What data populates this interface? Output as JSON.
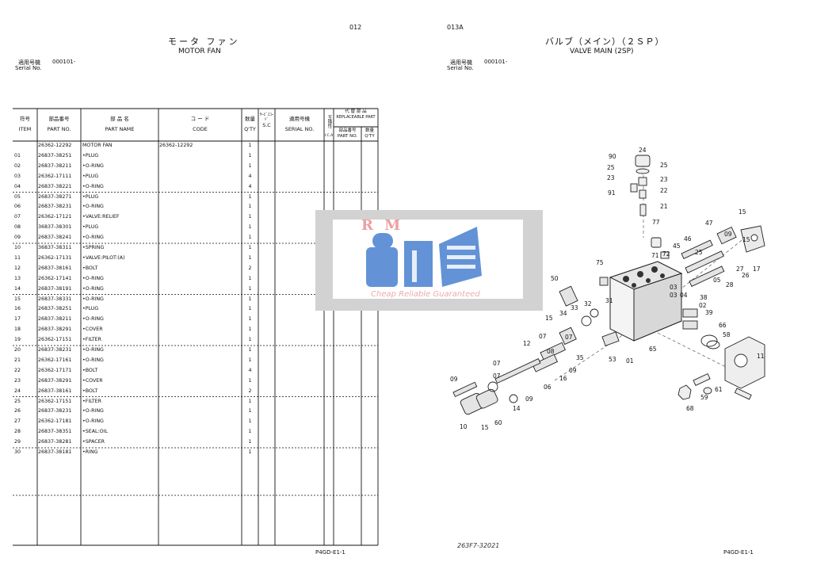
{
  "left_page": {
    "page_number": "012",
    "title_jp": "モータ ファン",
    "title_en": "MOTOR FAN",
    "serial_label_jp": "適用号機",
    "serial_value": "000101-",
    "serial_label_en": "Serial No.",
    "footer": "P4GD-E1-1"
  },
  "table_header": {
    "item_jp": "符号",
    "item_en": "ITEM",
    "part_no_jp": "部品番号",
    "part_no_en": "PART NO.",
    "part_name_jp": "部 品 名",
    "part_name_en": "PART NAME",
    "code_jp": "コ ー ド",
    "code_en": "CODE",
    "qty_jp": "数量",
    "qty_en": "Q'TY",
    "sc_jp": "ｻｰﾋﾞｽｺｰﾄﾞ",
    "sc_en": "S.C",
    "serial_jp": "適用号機",
    "serial_en": "SERIAL NO.",
    "interchange_jp": "互換性",
    "interchange_en": "I.C.A",
    "replaceable_jp": "代 替 部 品",
    "replaceable_en": "REPLACEABLE PART",
    "rep_part_no_jp": "部品番号",
    "rep_part_no_en": "PART NO.",
    "rep_qty_jp": "数量",
    "rep_qty_en": "Q'TY"
  },
  "rows": [
    {
      "item": "",
      "part_no": "26362-12292",
      "name": "MOTOR FAN",
      "code": "26362-12292",
      "qty": "1"
    },
    {
      "item": "01",
      "part_no": "26837-38251",
      "name": "•PLUG",
      "code": "",
      "qty": "1"
    },
    {
      "item": "02",
      "part_no": "26837-38211",
      "name": "•O-RING",
      "code": "",
      "qty": "1"
    },
    {
      "item": "03",
      "part_no": "26362-17111",
      "name": "•PLUG",
      "code": "",
      "qty": "4"
    },
    {
      "item": "04",
      "part_no": "26837-38221",
      "name": "•O-RING",
      "code": "",
      "qty": "4"
    },
    {
      "item": "05",
      "part_no": "26837-38271",
      "name": "•PLUG",
      "code": "",
      "qty": "1"
    },
    {
      "item": "06",
      "part_no": "26837-38231",
      "name": "•O-RING",
      "code": "",
      "qty": "1"
    },
    {
      "item": "07",
      "part_no": "26362-17121",
      "name": "•VALVE:RELIEF",
      "code": "",
      "qty": "1"
    },
    {
      "item": "08",
      "part_no": "36837-38301",
      "name": "•PLUG",
      "code": "",
      "qty": "1"
    },
    {
      "item": "09",
      "part_no": "26837-38241",
      "name": "•O-RING",
      "code": "",
      "qty": "1"
    },
    {
      "item": "10",
      "part_no": "36837-38311",
      "name": "•SPRING",
      "code": "",
      "qty": "1"
    },
    {
      "item": "11",
      "part_no": "26362-17131",
      "name": "•VALVE:PILOT:(A)",
      "code": "",
      "qty": "1"
    },
    {
      "item": "12",
      "part_no": "26837-38161",
      "name": "•BOLT",
      "code": "",
      "qty": "2"
    },
    {
      "item": "13",
      "part_no": "26362-17141",
      "name": "•O-RING",
      "code": "",
      "qty": "1"
    },
    {
      "item": "14",
      "part_no": "26837-38191",
      "name": "•O-RING",
      "code": "",
      "qty": "1"
    },
    {
      "item": "15",
      "part_no": "26837-38331",
      "name": "•O-RING",
      "code": "",
      "qty": "1"
    },
    {
      "item": "16",
      "part_no": "26837-38251",
      "name": "•PLUG",
      "code": "",
      "qty": "1"
    },
    {
      "item": "17",
      "part_no": "26837-38211",
      "name": "•O-RING",
      "code": "",
      "qty": "1"
    },
    {
      "item": "18",
      "part_no": "26837-38291",
      "name": "•COVER",
      "code": "",
      "qty": "1"
    },
    {
      "item": "19",
      "part_no": "26362-17151",
      "name": "•FILTER",
      "code": "",
      "qty": "1"
    },
    {
      "item": "20",
      "part_no": "26837-38231",
      "name": "•O-RING",
      "code": "",
      "qty": "1"
    },
    {
      "item": "21",
      "part_no": "26362-17161",
      "name": "•O-RING",
      "code": "",
      "qty": "1"
    },
    {
      "item": "22",
      "part_no": "26362-17171",
      "name": "•BOLT",
      "code": "",
      "qty": "4"
    },
    {
      "item": "23",
      "part_no": "26837-38291",
      "name": "•COVER",
      "code": "",
      "qty": "1"
    },
    {
      "item": "24",
      "part_no": "26837-38161",
      "name": "•BOLT",
      "code": "",
      "qty": "2"
    },
    {
      "item": "25",
      "part_no": "26362-17151",
      "name": "•FILTER",
      "code": "",
      "qty": "1"
    },
    {
      "item": "26",
      "part_no": "26837-38231",
      "name": "•O-RING",
      "code": "",
      "qty": "1"
    },
    {
      "item": "27",
      "part_no": "26362-17181",
      "name": "•O-RING",
      "code": "",
      "qty": "1"
    },
    {
      "item": "28",
      "part_no": "26837-38351",
      "name": "•SEAL:OIL",
      "code": "",
      "qty": "1"
    },
    {
      "item": "29",
      "part_no": "26837-38281",
      "name": "•SPACER",
      "code": "",
      "qty": "1"
    },
    {
      "item": "30",
      "part_no": "26837-38181",
      "name": "•RING",
      "code": "",
      "qty": "1"
    }
  ],
  "right_page": {
    "page_number": "013A",
    "title_jp": "バルブ（メイン）（２ＳＰ）",
    "title_en": "VALVE MAIN (2SP)",
    "serial_label_jp": "適用号機",
    "serial_value": "000101-",
    "serial_label_en": "Serial No.",
    "drawing_number": "263F7-32021",
    "footer": "P4GD-E1-1"
  },
  "watermark": {
    "brand": "R M",
    "slogan": "Cheap Reliable Guaranteed",
    "colors": {
      "brand": "#e05050",
      "logo": "#2f6fc9",
      "box": "#d2d2d2"
    }
  },
  "callouts": [
    "90",
    "24",
    "25",
    "25",
    "23",
    "23",
    "91",
    "22",
    "21",
    "77",
    "15",
    "47",
    "09",
    "15",
    "46",
    "45",
    "25",
    "17",
    "71",
    "72",
    "27",
    "26",
    "28",
    "75",
    "50",
    "03",
    "05",
    "33",
    "32",
    "31",
    "34",
    "04",
    "38",
    "39",
    "15",
    "02",
    "03",
    "12",
    "07",
    "07",
    "09",
    "35",
    "53",
    "01",
    "65",
    "66",
    "58",
    "11",
    "07",
    "08",
    "16",
    "09",
    "07",
    "06",
    "09",
    "14",
    "10",
    "15",
    "60",
    "59",
    "61",
    "68"
  ]
}
